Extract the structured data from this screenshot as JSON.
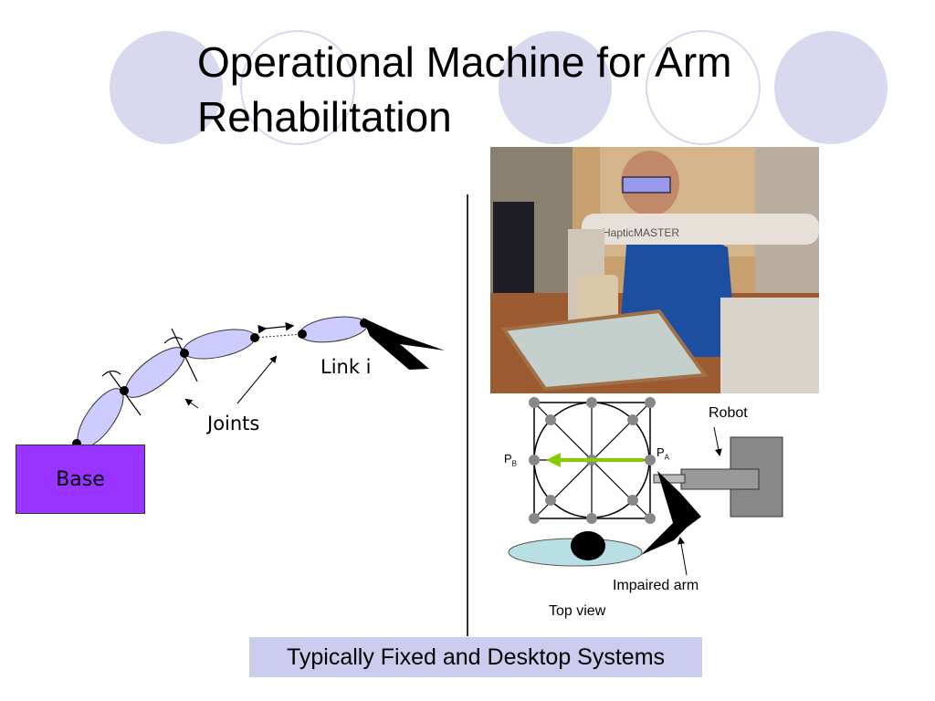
{
  "slide": {
    "title_line1": "Operational Machine for Arm",
    "title_line2": "Rehabilitation",
    "caption": "Typically Fixed and Desktop Systems"
  },
  "arm_diagram": {
    "base_label": "Base",
    "joints_label": "Joints",
    "link_label": "Link i"
  },
  "photo": {
    "device_text": "HapticMASTER"
  },
  "top_view": {
    "robot_label": "Robot",
    "pb_label": "P",
    "pb_sub": "B",
    "pa_label": "P",
    "pa_sub": "A",
    "impaired_label": "Impaired arm",
    "view_label": "Top view"
  },
  "colors": {
    "circle_fill": "#d8d8ee",
    "base_fill": "#9933ff",
    "link_fill": "#ccccff",
    "arrow_green": "#88cc00",
    "caption_bg": "#ccccee"
  }
}
